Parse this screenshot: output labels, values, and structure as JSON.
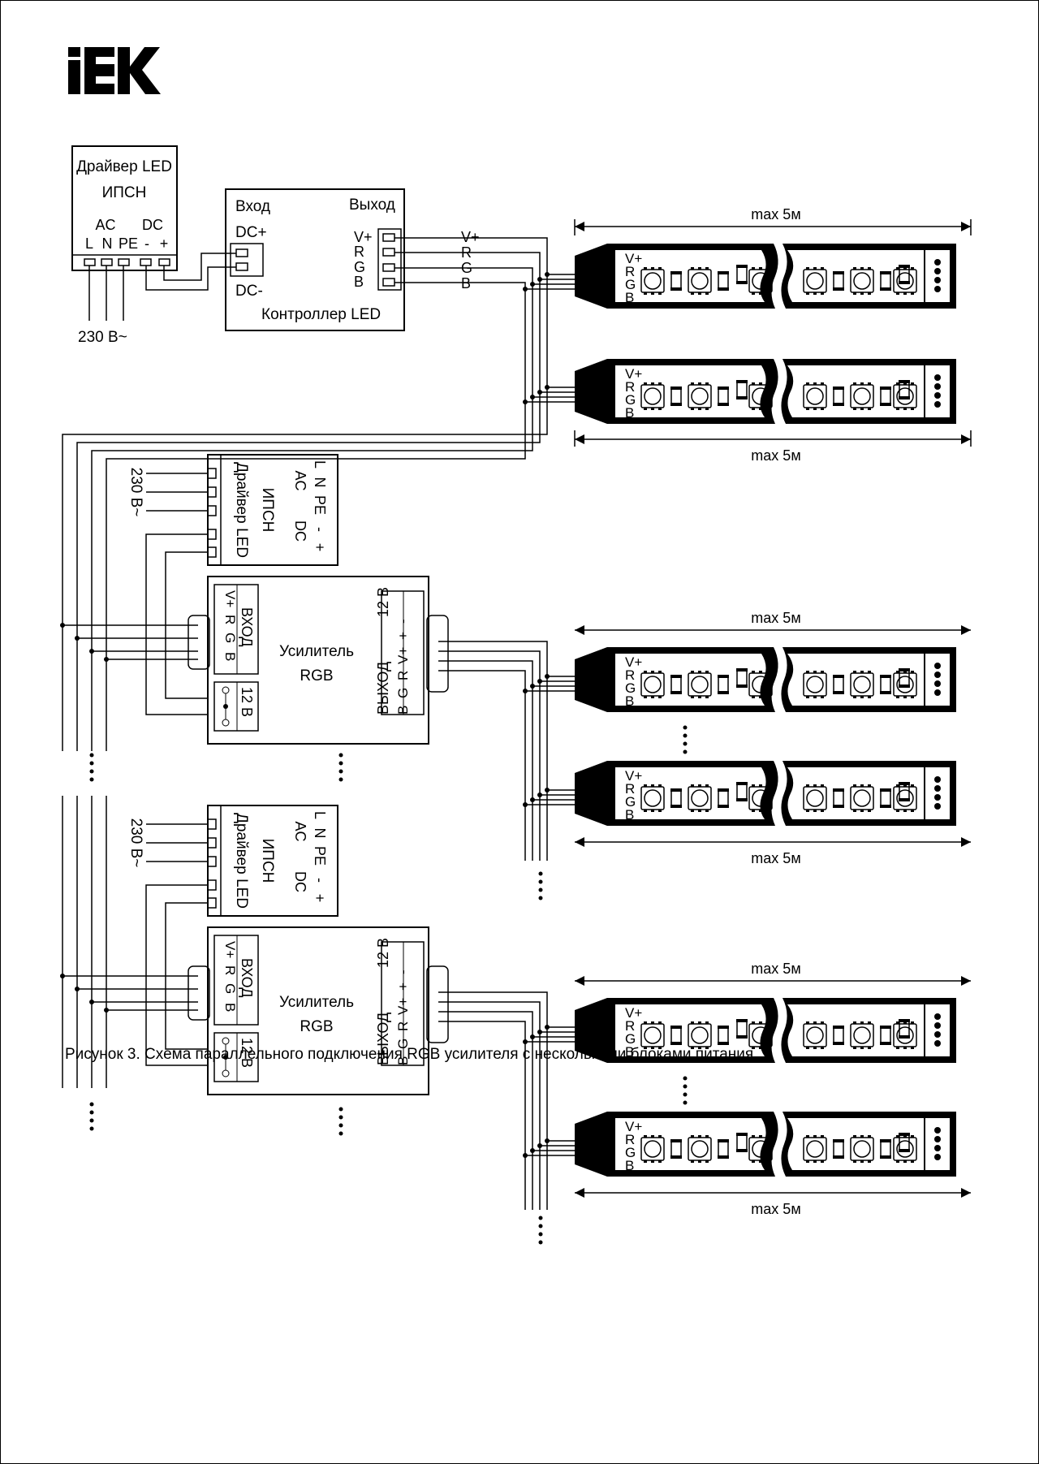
{
  "logo": {
    "text": "IEK",
    "color": "#000000"
  },
  "driver": {
    "title_line1": "Драйвер LED",
    "title_line2": "ИПСН",
    "ac": "AC",
    "dc": "DC",
    "pin_l": "L",
    "pin_n": "N",
    "pin_pe": "PE",
    "pin_minus": "-",
    "pin_plus": "+",
    "mains": "230 В~"
  },
  "controller": {
    "label": "Контроллер LED",
    "input": "Вход",
    "output": "Выход",
    "dc_plus": "DC+",
    "dc_minus": "DC-",
    "channels": [
      "V+",
      "R",
      "G",
      "B"
    ]
  },
  "amplifier": {
    "name_line1": "Усилитель",
    "name_line2": "RGB",
    "input": "ВХОД",
    "output": "ВЫХОД",
    "power": "12 В",
    "in_pins": [
      "V+",
      "R",
      "G",
      "B"
    ],
    "out_pins": [
      "B",
      "G",
      "R",
      "V+",
      "+",
      "-"
    ]
  },
  "strip": {
    "length": "max 5м",
    "pins": [
      "V+",
      "R",
      "G",
      "B"
    ]
  },
  "caption": "Рисунок 3. Схема параллельного подключения RGB усилителя с несколькими блоками питания."
}
